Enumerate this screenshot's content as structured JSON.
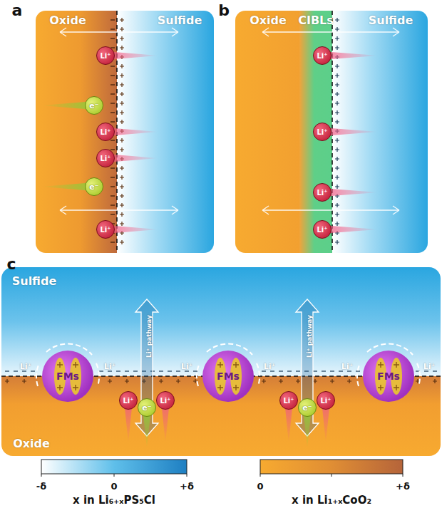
{
  "diagram": {
    "nodes": [
      {
        "text": [
          "Oxide",
          "Sulfide"
        ]
      },
      {
        "text": [
          "Li⁺"
        ],
        "in": 0
      },
      {
        "text": [
          "e⁻"
        ],
        "in": 0
      },
      {
        "text": [
          "Li⁺"
        ],
        "in": 0
      },
      {
        "text": [
          "Li⁺"
        ],
        "in": 0
      },
      {
        "text": [
          "e⁻"
        ],
        "in": 0
      },
      {
        "text": [
          "Li⁺"
        ],
        "in": 0
      },
      {
        "text": [
          "Oxide",
          "CIBLs",
          "Sulfide"
        ]
      },
      {
        "text": [
          "Li⁺"
        ],
        "in": 7
      },
      {
        "text": [
          "Li⁺"
        ],
        "in": 7
      },
      {
        "text": [
          "Li⁺"
        ],
        "in": 7
      },
      {
        "text": [
          "Li⁺"
        ],
        "in": 7
      },
      {
        "text": [
          "Sulfide",
          "Oxide"
        ]
      },
      {
        "text": [
          "FMs"
        ],
        "in": 12
      },
      {
        "text": [
          "FMs"
        ],
        "in": 12
      },
      {
        "text": [
          "FMs"
        ],
        "in": 12
      },
      {
        "text": [
          "Li⁺"
        ],
        "in": 12
      },
      {
        "text": [
          "e⁻"
        ],
        "in": 12
      },
      {
        "text": [
          "Li⁺"
        ],
        "in": 12
      },
      {
        "text": [
          "Li⁺"
        ],
        "in": 12
      },
      {
        "text": [
          "e⁻"
        ],
        "in": 12
      },
      {
        "text": [
          "Li⁺"
        ],
        "in": 12
      }
    ],
    "labels": [
      "a",
      "b",
      "c",
      "Li⁺",
      "Li⁺",
      "Li⁺",
      "Li⁺",
      "Li⁺",
      "Li⁺",
      "Li⁺ pathway",
      "Li⁺ pathway",
      "-δ",
      "0",
      "+δ",
      "x in Li₆₊ₓPS₅Cl",
      "0",
      "+δ",
      "x in Li₁₊ₓCoO₂"
    ]
  }
}
